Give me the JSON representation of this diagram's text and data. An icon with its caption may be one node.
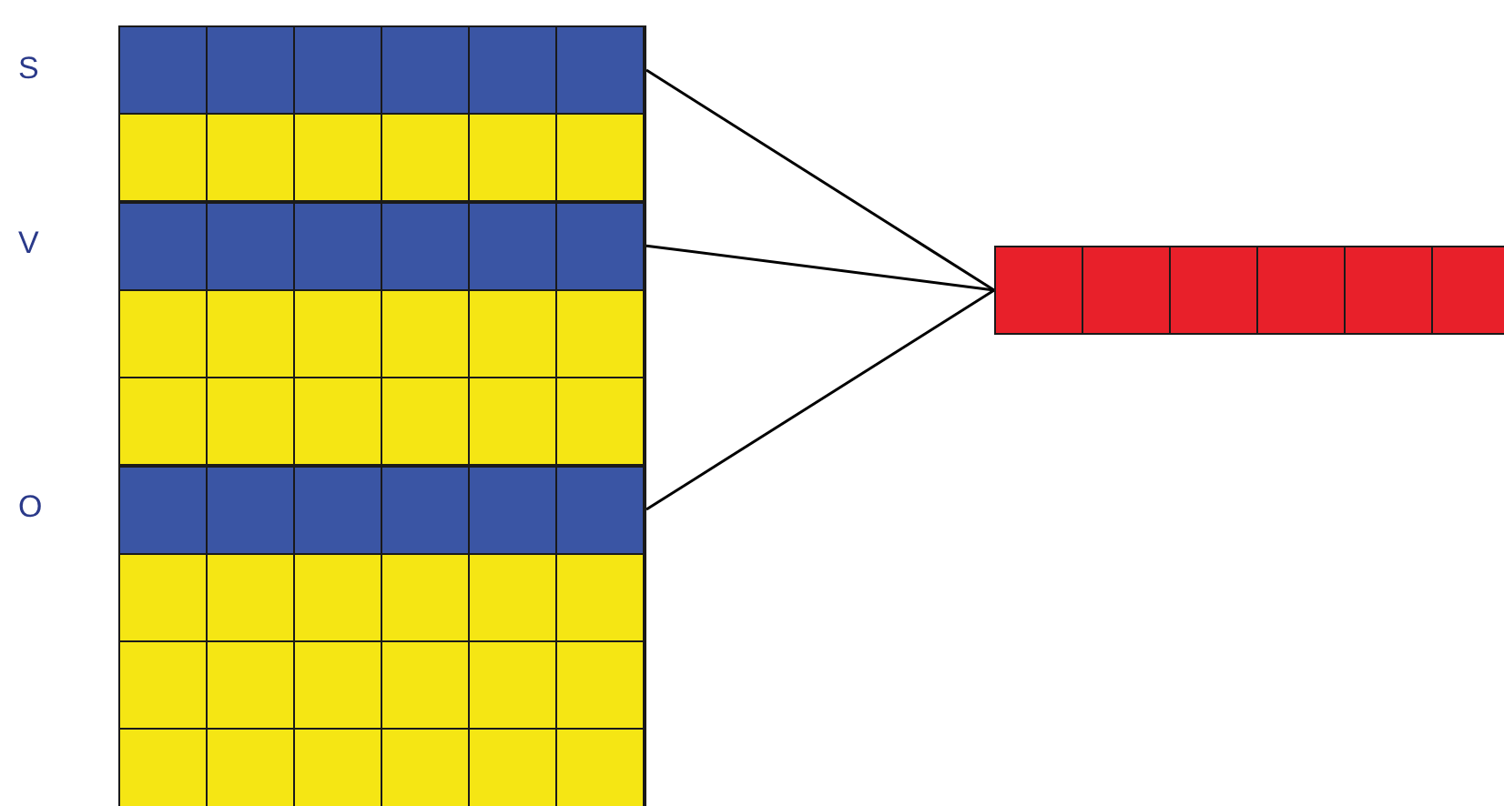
{
  "diagram": {
    "nodes": [
      {
        "text": [],
        "shape": "bar",
        "beside": [
          "S"
        ]
      },
      {
        "text": [],
        "shape": "bar"
      },
      {
        "text": [],
        "shape": "bar",
        "beside": [
          "V"
        ]
      },
      {
        "text": [],
        "shape": "bar"
      },
      {
        "text": [],
        "shape": "bar"
      },
      {
        "text": [],
        "shape": "bar",
        "beside": [
          "O"
        ]
      },
      {
        "text": [],
        "shape": "bar"
      },
      {
        "text": [],
        "shape": "bar"
      },
      {
        "text": [],
        "shape": "bar"
      },
      {
        "text": [],
        "shape": "bar"
      }
    ],
    "edges": [
      {
        "from": 0,
        "to": 9,
        "arrow": "none"
      },
      {
        "from": 2,
        "to": 9,
        "arrow": "none"
      },
      {
        "from": 5,
        "to": 9,
        "arrow": "none"
      }
    ]
  }
}
